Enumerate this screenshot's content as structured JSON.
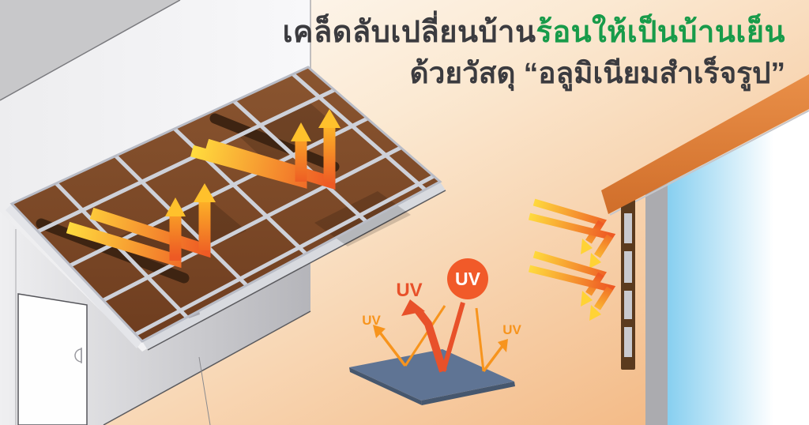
{
  "title": {
    "line1_dark": "เคล็ดลับเปลี่ยนบ้าน",
    "line1_green": "ร้อนให้เป็นบ้านเย็น",
    "line2": "ด้วยวัสดุ “อลูมิเนียมสำเร็จรูป”"
  },
  "uv_diagram": {
    "sun_label": "UV",
    "reflected_strong_label": "UV",
    "reflected_left_label": "UV",
    "reflected_right_label": "UV"
  },
  "colors": {
    "title_dark": "#3B3B3F",
    "accent_green": "#189B4A",
    "background_orange": "#F2B77F",
    "heat_yellow": "#FFD93B",
    "heat_red": "#EE5A24",
    "uv_orange": "#F7941D",
    "uv_red": "#F15A29",
    "roof_eave_orange": "#DC7B35",
    "ceiling_panel_brown": "#7A4728",
    "cool_wall_blue": "#87CFF0",
    "uv_plate_slate": "#5F7494"
  }
}
